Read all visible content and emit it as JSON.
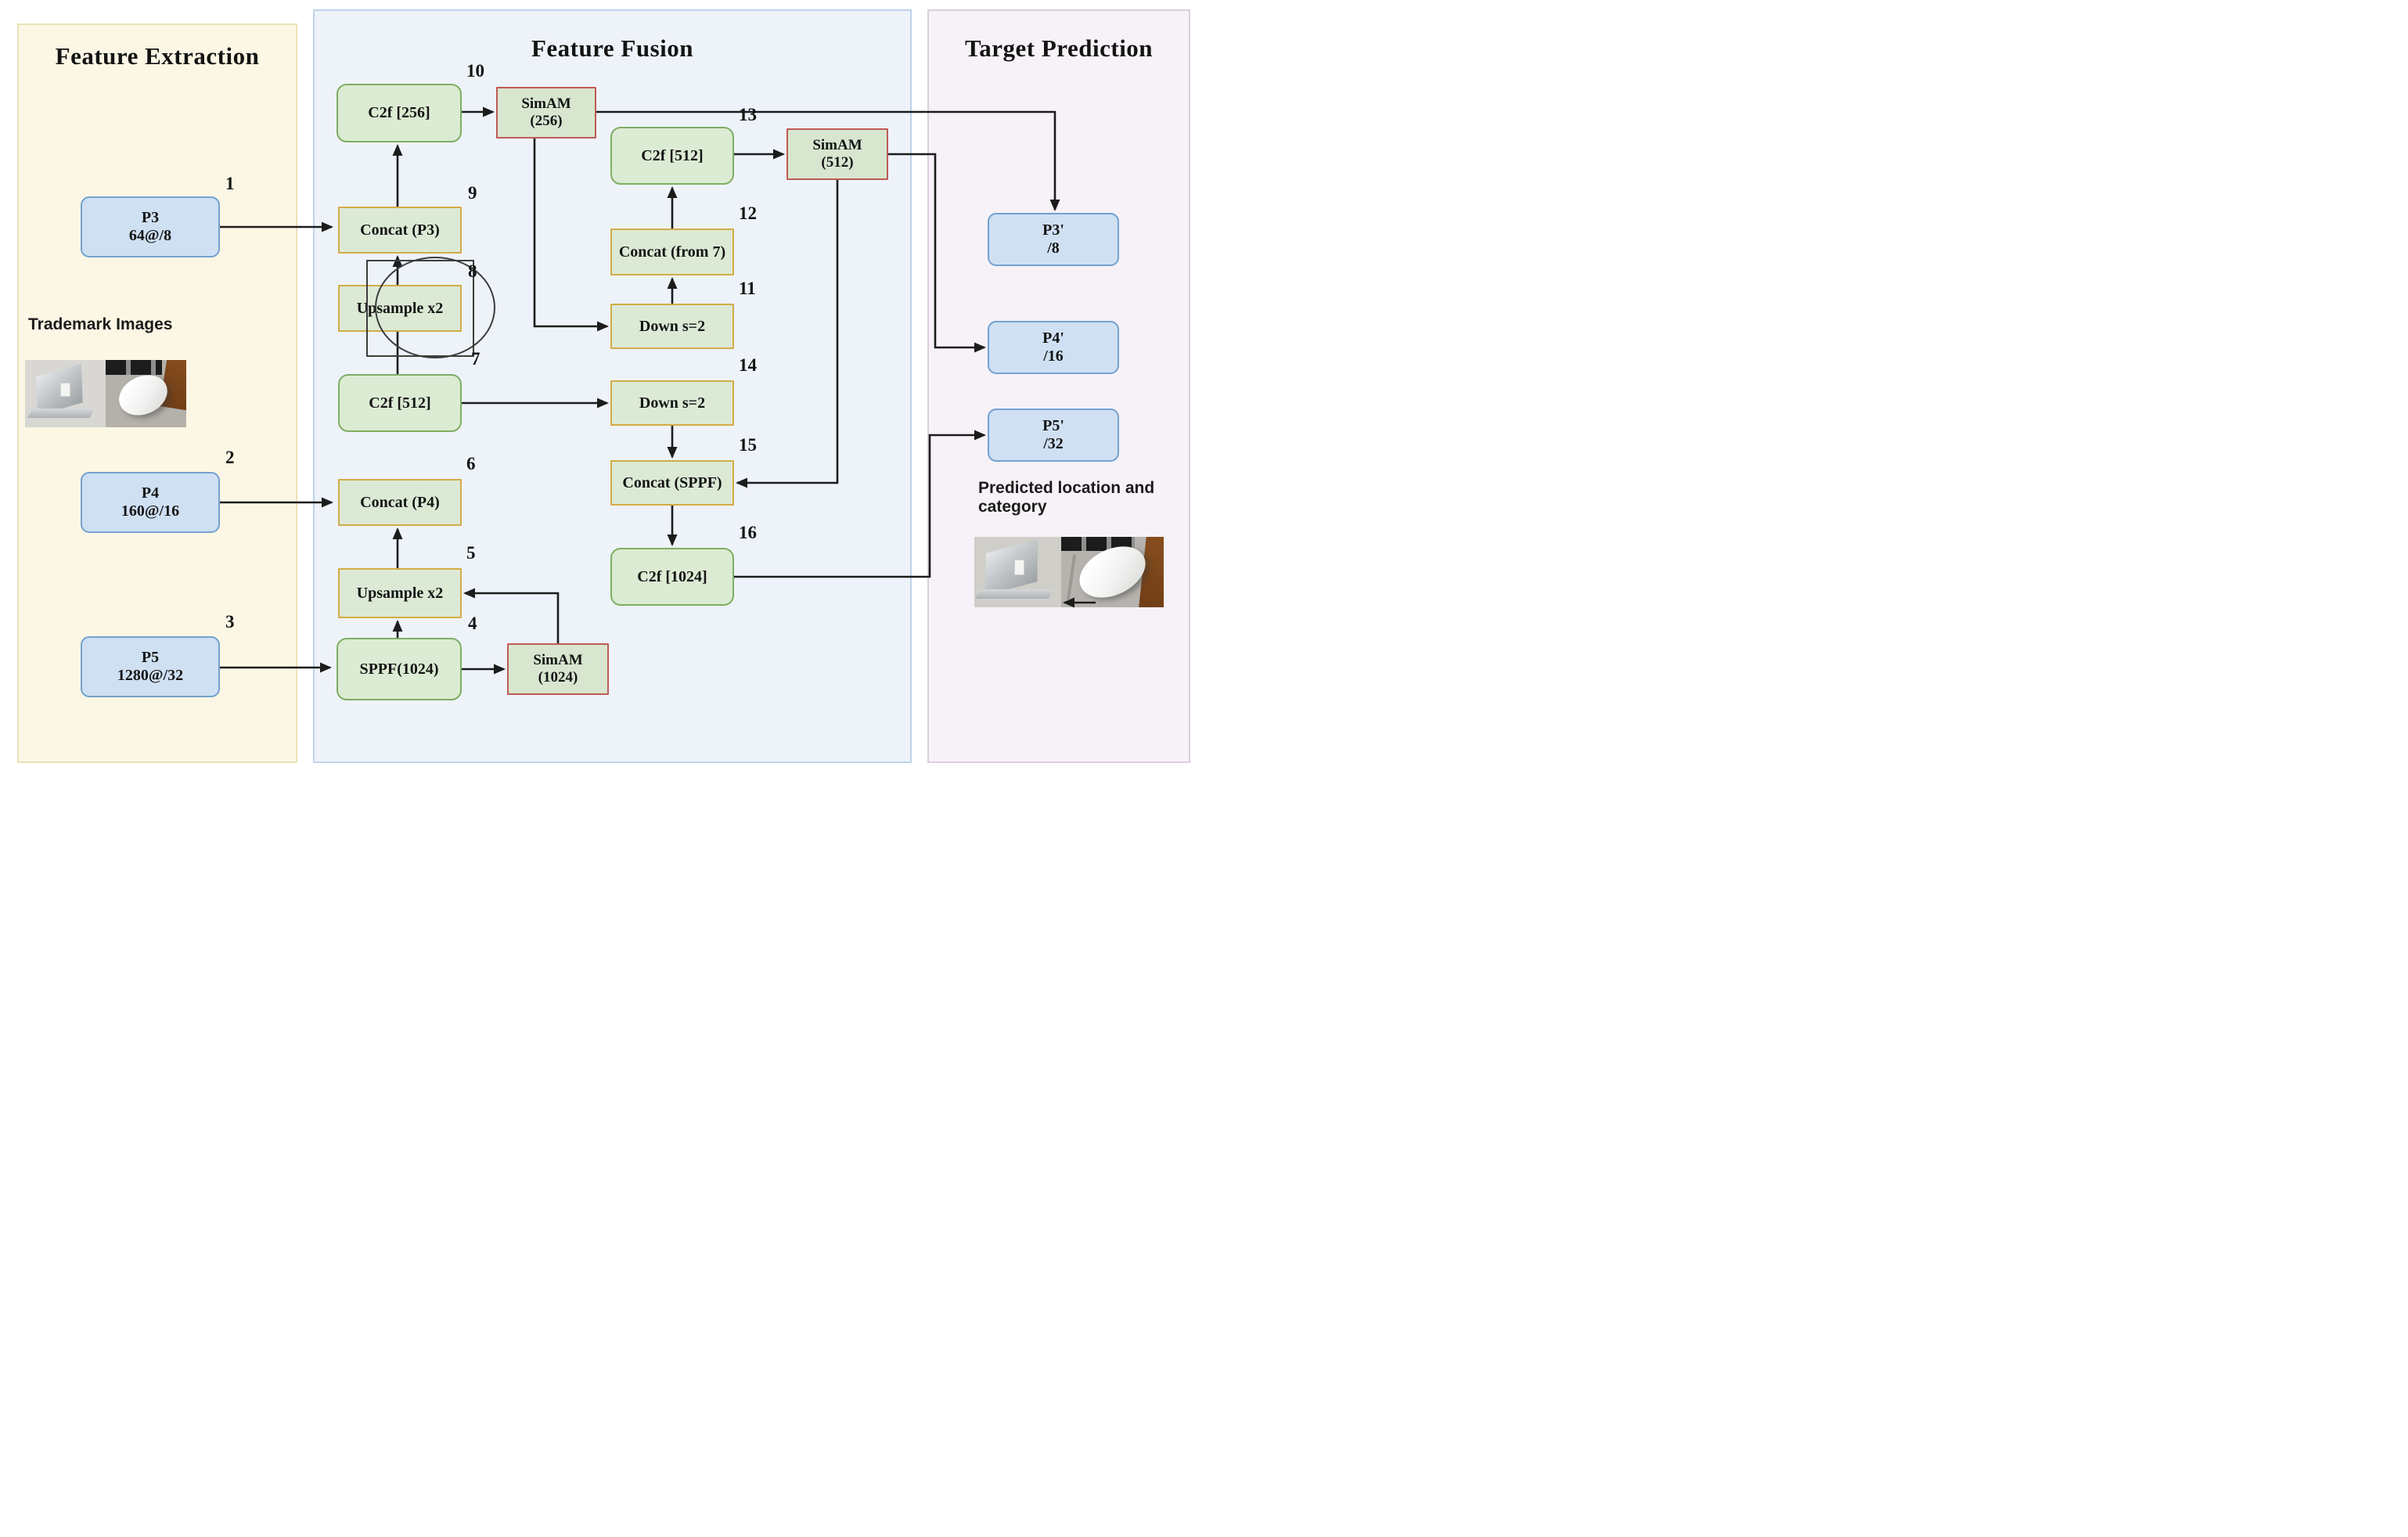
{
  "panels": {
    "feature_extraction": {
      "title": "Feature Extraction"
    },
    "feature_fusion": {
      "title": "Feature Fusion"
    },
    "target_prediction": {
      "title": "Target Prediction"
    }
  },
  "captions": {
    "trademark_images": "Trademark Images",
    "predicted_location": "Predicted location and category"
  },
  "nodes": {
    "p3": {
      "line1": "P3",
      "line2": "64@/8",
      "index": "1"
    },
    "p4": {
      "line1": "P4",
      "line2": "160@/16",
      "index": "2"
    },
    "p5": {
      "line1": "P5",
      "line2": "1280@/32",
      "index": "3"
    },
    "sppf": {
      "label": "SPPF(1024)",
      "index": "4"
    },
    "upsample_5": {
      "label": "Upsample x2",
      "index": "5"
    },
    "concat_p4": {
      "label": "Concat (P4)",
      "index": "6"
    },
    "c2f_512_7": {
      "label": "C2f [512]",
      "index": "7"
    },
    "upsample_8": {
      "label": "Upsample x2",
      "index": "8"
    },
    "concat_p3": {
      "label": "Concat (P3)",
      "index": "9"
    },
    "c2f_256": {
      "label": "C2f [256]",
      "index": "10"
    },
    "down_11": {
      "label": "Down s=2",
      "index": "11"
    },
    "concat_from7": {
      "label": "Concat (from 7)",
      "index": "12"
    },
    "c2f_512_13": {
      "label": "C2f [512]",
      "index": "13"
    },
    "down_14": {
      "label": "Down s=2",
      "index": "14"
    },
    "concat_sppf": {
      "label": "Concat (SPPF)",
      "index": "15"
    },
    "c2f_1024": {
      "label": "C2f [1024]",
      "index": "16"
    },
    "simam_256": {
      "line1": "SimAM",
      "line2": "(256)"
    },
    "simam_512": {
      "line1": "SimAM",
      "line2": "(512)"
    },
    "simam_1024": {
      "line1": "SimAM",
      "line2": "(1024)"
    },
    "p3_out": {
      "line1": "P3'",
      "line2": "/8"
    },
    "p4_out": {
      "line1": "P4'",
      "line2": "/16"
    },
    "p5_out": {
      "line1": "P5'",
      "line2": "/32"
    }
  },
  "colors": {
    "panel_feature_extraction_bg": "#fcf7e4",
    "panel_feature_fusion_bg": "#eef3fa",
    "panel_target_prediction_bg": "#f7f2f7",
    "node_green_fill": "#dcebd3",
    "node_green_border": "#7fae63",
    "node_yellow_border": "#d3ab47",
    "node_red_border": "#bf5a55",
    "node_blue_fill": "#cfe0f3",
    "node_blue_border": "#74a1d0",
    "connector": "#1c1c1c"
  }
}
